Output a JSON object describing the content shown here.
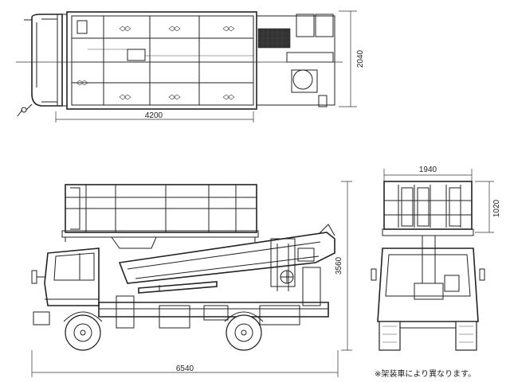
{
  "dimensions": {
    "plan_length": "4200",
    "plan_width": "2040",
    "rear_width": "1940",
    "basket_height": "1020",
    "overall_height": "3560",
    "overall_length": "6540"
  },
  "footnote": "※架装車により異なります。"
}
